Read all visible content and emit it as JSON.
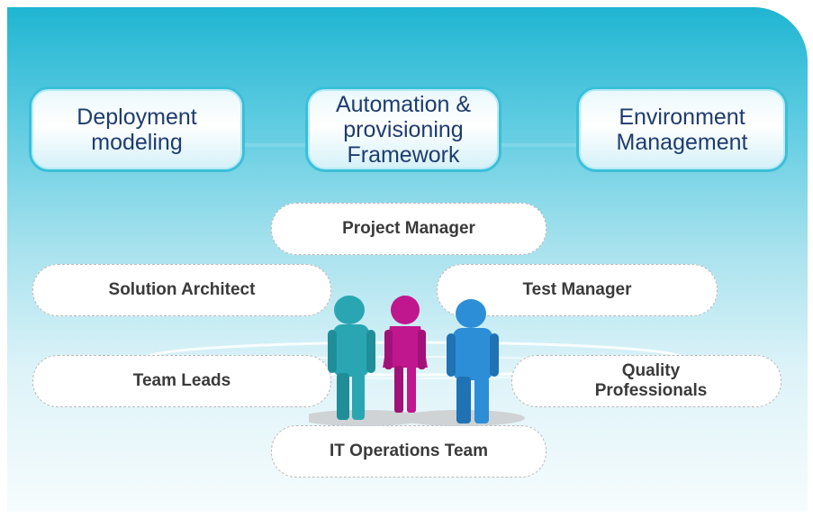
{
  "capabilities": [
    {
      "label": "Deployment\nmodeling"
    },
    {
      "label": "Automation &\nprovisioning\nFramework"
    },
    {
      "label": "Environment\nManagement"
    }
  ],
  "roles": {
    "project_manager": "Project Manager",
    "solution_architect": "Solution Architect",
    "test_manager": "Test Manager",
    "team_leads": "Team Leads",
    "quality_professionals": "Quality\nProfessionals",
    "it_operations": "IT Operations Team"
  },
  "colors": {
    "panel_top": "#1fb5d2",
    "panel_bottom": "#f6fcfd",
    "capability_border": "#3bbfd9",
    "capability_text": "#1f3c6e",
    "person_teal": "#2aa6b3",
    "person_magenta": "#c0178f",
    "person_blue": "#2c8ed6"
  }
}
